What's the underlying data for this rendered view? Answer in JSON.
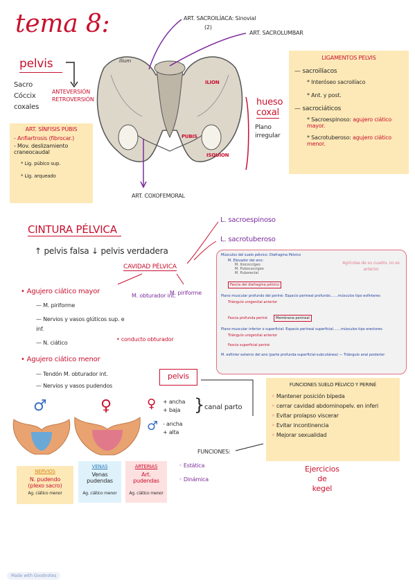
{
  "title": "tema 8:",
  "pelvis_label": "pelvis",
  "pelvis_parts": [
    "Sacro",
    "Cóccix",
    "coxales"
  ],
  "pelvis_motions": [
    "ANTEVERSIÓN",
    "RETROVERSIÓN"
  ],
  "art_sacroiliaca": "ART. SACROILÍACA: Sinovial",
  "art_sacroiliaca_count": "(2)",
  "art_sacrolumbar": "ART. SACROLUMBAR",
  "art_coxofemoral": "ART. COXOFEMORAL",
  "bone_labels": {
    "ilion": "ILION",
    "pubis": "PUBIS",
    "isquion": "ISQUION",
    "ilium_print": "Ilium"
  },
  "hueso_coxal": [
    "hueso",
    "coxal"
  ],
  "plano_irregular": [
    "Plano",
    "irregular"
  ],
  "sinfisis": {
    "title": "ART. SÍNFISIS PÚBIS",
    "lines": [
      "- Anfiartrosis (fibrocar.)",
      "- Mov. deslizamiento craneocaudal"
    ],
    "ligs": [
      "* Lig. púbico sup.",
      "* Lig. arqueado"
    ]
  },
  "ligamentos": {
    "title": "LIGAMENTOS PELVIS",
    "sacroiliacos": "— sacroilíacos",
    "sacro_items": [
      "* Interóseo sacroilíaco",
      "* Ant. y post."
    ],
    "sacrociaticos": "— sacrociáticos",
    "sacrociatico_items": [
      {
        "name": "* Sacroespinoso:",
        "desc": "agujero ciático mayor."
      },
      {
        "name": "* Sacrotuberoso:",
        "desc": "agujero ciático menor."
      }
    ]
  },
  "cintura": {
    "title": "CINTURA PÉLVICA",
    "falsa_verdadera": "↑ pelvis falsa ↓ pelvis verdadera",
    "cavidad": "CAVIDAD PÉLVICA",
    "l_sacroespinoso": "L. sacroespinoso",
    "l_sacrotuberoso": "L. sacrotuberoso",
    "agujero_mayor": "• Agujero ciático mayor",
    "mayor_items": [
      "— M. piriforme",
      "— Nervios y vasos glúticos sup. e inf.",
      "— N. ciático"
    ],
    "m_obturador": "M. obturador int.",
    "m_piriforme": "M. piriforme",
    "conducto": "• conducto obturador",
    "agujero_menor": "• Agujero ciático menor",
    "menor_items": [
      "— Tendón M. obturador int.",
      "— Nervios y vasos pudendos"
    ]
  },
  "perine_box": {
    "rows": [
      "Músculos del suelo pélvico: Diafragma Pélvico",
      "M. Elevador del ano:",
      "M. Iliococcígeo",
      "M. Pubococcígeo",
      "M. Puborectal",
      "Fascia del diafragma pélvico",
      "Plano muscular profundo del periné: Espacio perineal profundo.......músculos tipo esfínteres",
      "Triángulo urogenital anterior",
      "Fascia profunda periné",
      "Membrana perineal",
      "Plano muscular inferior o superficial: Espacio perineal superficial.......músculos tipo erectores",
      "Triángulo urogenital anterior",
      "Fascia superficial periné",
      "M. esfínter externo del ano (parte profunda-superficial-subcutánea) — Triángulo anal posterior"
    ],
    "handnote": "Agrícolas de su cuadro, no es anterior"
  },
  "funciones_box": {
    "title": "FUNCIONES SUELO PÉLVICO Y PERINÉ",
    "items": [
      "Mantener posición bípeda",
      "cerrar cavidad abdominopelv. en inferi",
      "Evitar prolapso viscerar",
      "Evitar incontinencia",
      "Mejorar sexualidad"
    ]
  },
  "sex": {
    "pelvis_box": "pelvis",
    "female_sym": "♀",
    "male_sym": "♂",
    "female_traits": [
      "+ ancha",
      "+ baja"
    ],
    "male_traits": [
      "- ancha",
      "+ alta"
    ],
    "canal": "canal parto"
  },
  "funciones_bottom": {
    "title": "FUNCIONES:",
    "items": [
      "Estática",
      "Dinámica"
    ]
  },
  "nervios": {
    "title": "NERVIOS",
    "lines": [
      "N. pudendo",
      "(plexo sacro)"
    ],
    "sub": "Ag. ciático menor"
  },
  "venas": {
    "title": "VENAS",
    "lines": [
      "Venas pudendas"
    ],
    "sub": "Ag. ciático menor"
  },
  "arterias": {
    "title": "ARTERIAS",
    "lines": [
      "Art. pudendas"
    ],
    "sub": "Ag. ciático menor"
  },
  "ejercicios": [
    "Ejercicios",
    "de",
    "kegel"
  ],
  "footer": "Made with Goodnotes",
  "colors": {
    "red": "#c8102e",
    "purple": "#7b2d9b",
    "note": "#fde9b7",
    "bone": "#d8d2c4"
  }
}
